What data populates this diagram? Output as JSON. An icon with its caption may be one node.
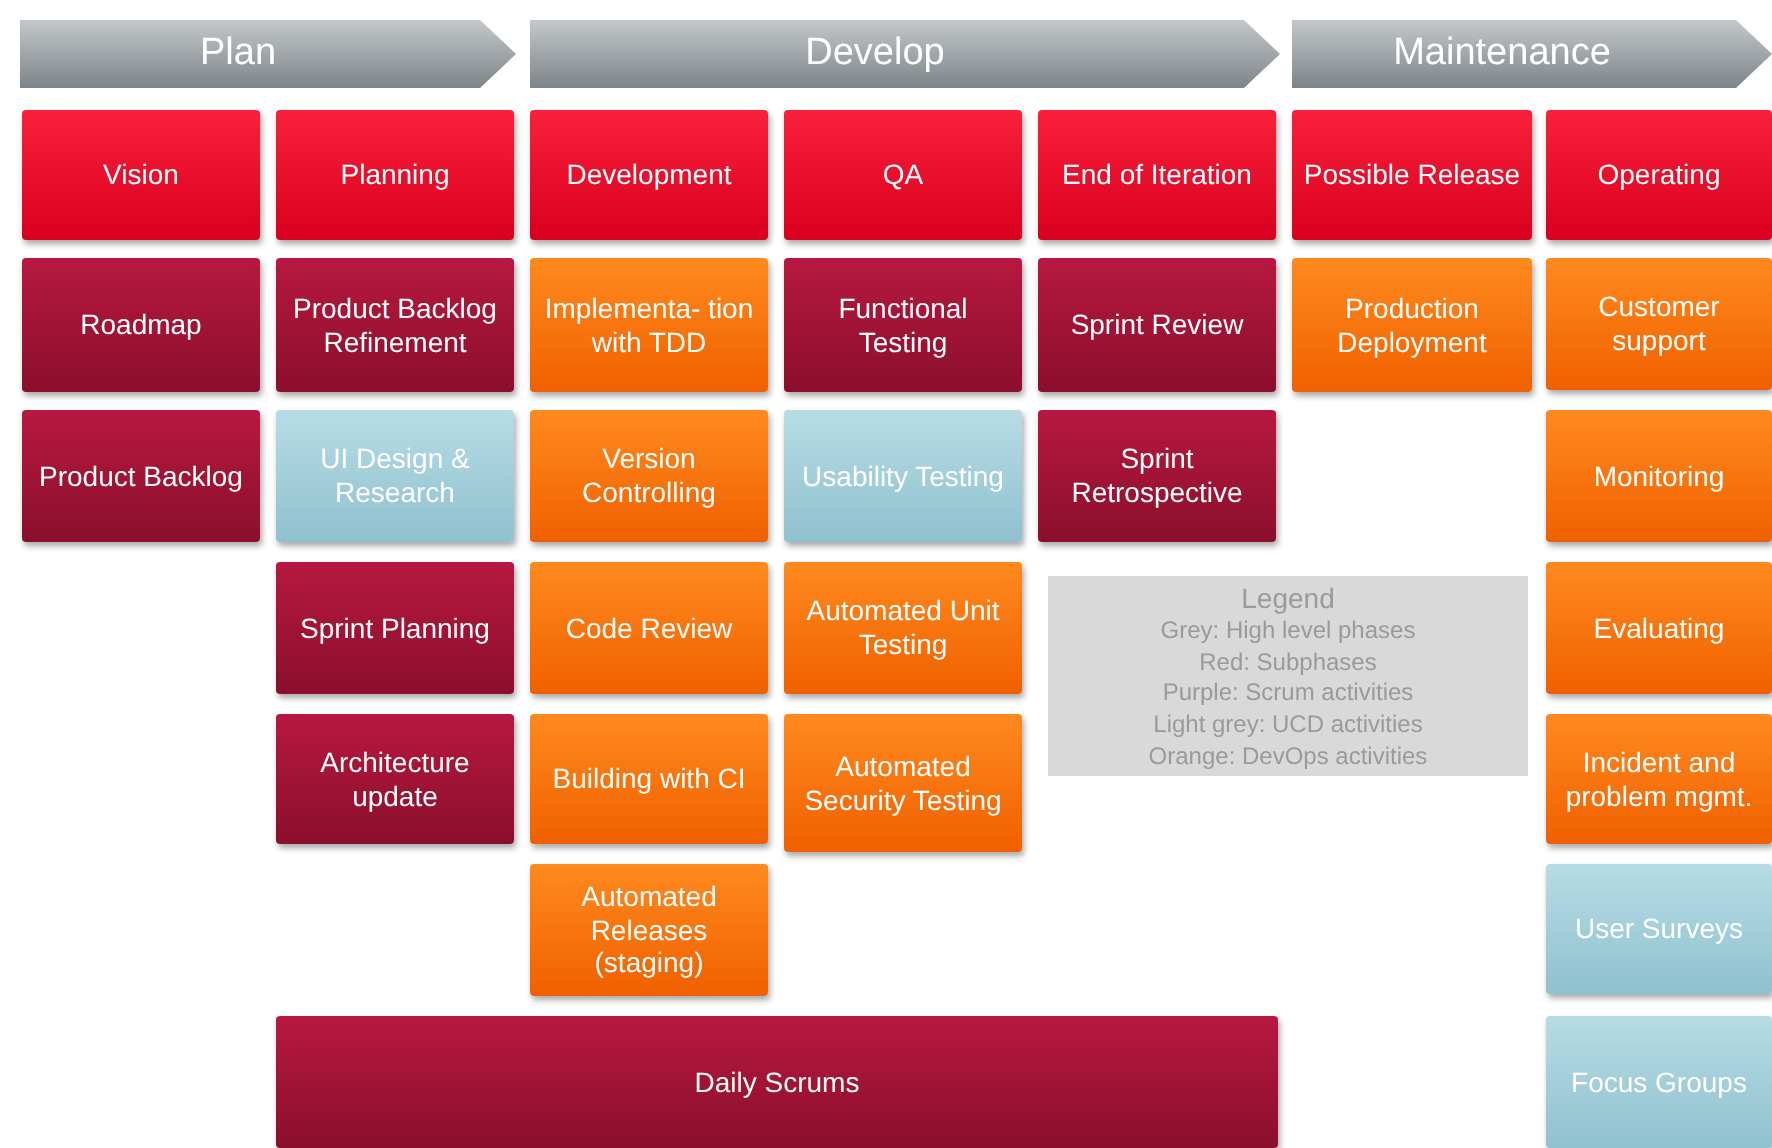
{
  "diagram": {
    "nodes": [
      {
        "text": [
          "Plan"
        ]
      },
      {
        "text": [
          "Develop"
        ]
      },
      {
        "text": [
          "Maintenance"
        ]
      },
      {
        "text": [
          "Vision"
        ]
      },
      {
        "text": [
          "Planning"
        ]
      },
      {
        "text": [
          "Development"
        ]
      },
      {
        "text": [
          "QA"
        ]
      },
      {
        "text": [
          "End of Iteration"
        ]
      },
      {
        "text": [
          "Possible Release"
        ]
      },
      {
        "text": [
          "Operating"
        ]
      },
      {
        "text": [
          "Roadmap"
        ]
      },
      {
        "text": [
          "Product Backlog Refinement"
        ]
      },
      {
        "text": [
          "Implementa- tion with TDD"
        ]
      },
      {
        "text": [
          "Functional Testing"
        ]
      },
      {
        "text": [
          "Sprint Review"
        ]
      },
      {
        "text": [
          "Production Deployment"
        ]
      },
      {
        "text": [
          "Customer support"
        ]
      },
      {
        "text": [
          "Product Backlog"
        ]
      },
      {
        "text": [
          "UI Design & Research"
        ]
      },
      {
        "text": [
          "Version Controlling"
        ]
      },
      {
        "text": [
          "Usability Testing"
        ]
      },
      {
        "text": [
          "Sprint Retrospective"
        ]
      },
      {
        "text": [
          "Monitoring"
        ]
      },
      {
        "text": [
          "Sprint Planning"
        ]
      },
      {
        "text": [
          "Code Review"
        ]
      },
      {
        "text": [
          "Automated Unit Testing"
        ]
      },
      {
        "text": [
          "Evaluating"
        ]
      },
      {
        "text": [
          "Architecture update"
        ]
      },
      {
        "text": [
          "Building with CI"
        ]
      },
      {
        "text": [
          "Automated Security Testing"
        ]
      },
      {
        "text": [
          "Incident and problem mgmt."
        ]
      },
      {
        "text": [
          "Automated Releases (staging)"
        ]
      },
      {
        "text": [
          "User Surveys"
        ]
      },
      {
        "text": [
          "Daily Scrums"
        ]
      },
      {
        "text": [
          "Focus Groups"
        ]
      }
    ],
    "edges": [],
    "labels": [
      "Legend"
    ],
    "legend": [
      {
        "text": "Grey: High level phases"
      },
      {
        "text": "Red: Subphases"
      },
      {
        "text": "Purple: Scrum activities"
      },
      {
        "text": "Light grey: UCD activities"
      },
      {
        "text": "Orange: DevOps activities"
      }
    ]
  }
}
